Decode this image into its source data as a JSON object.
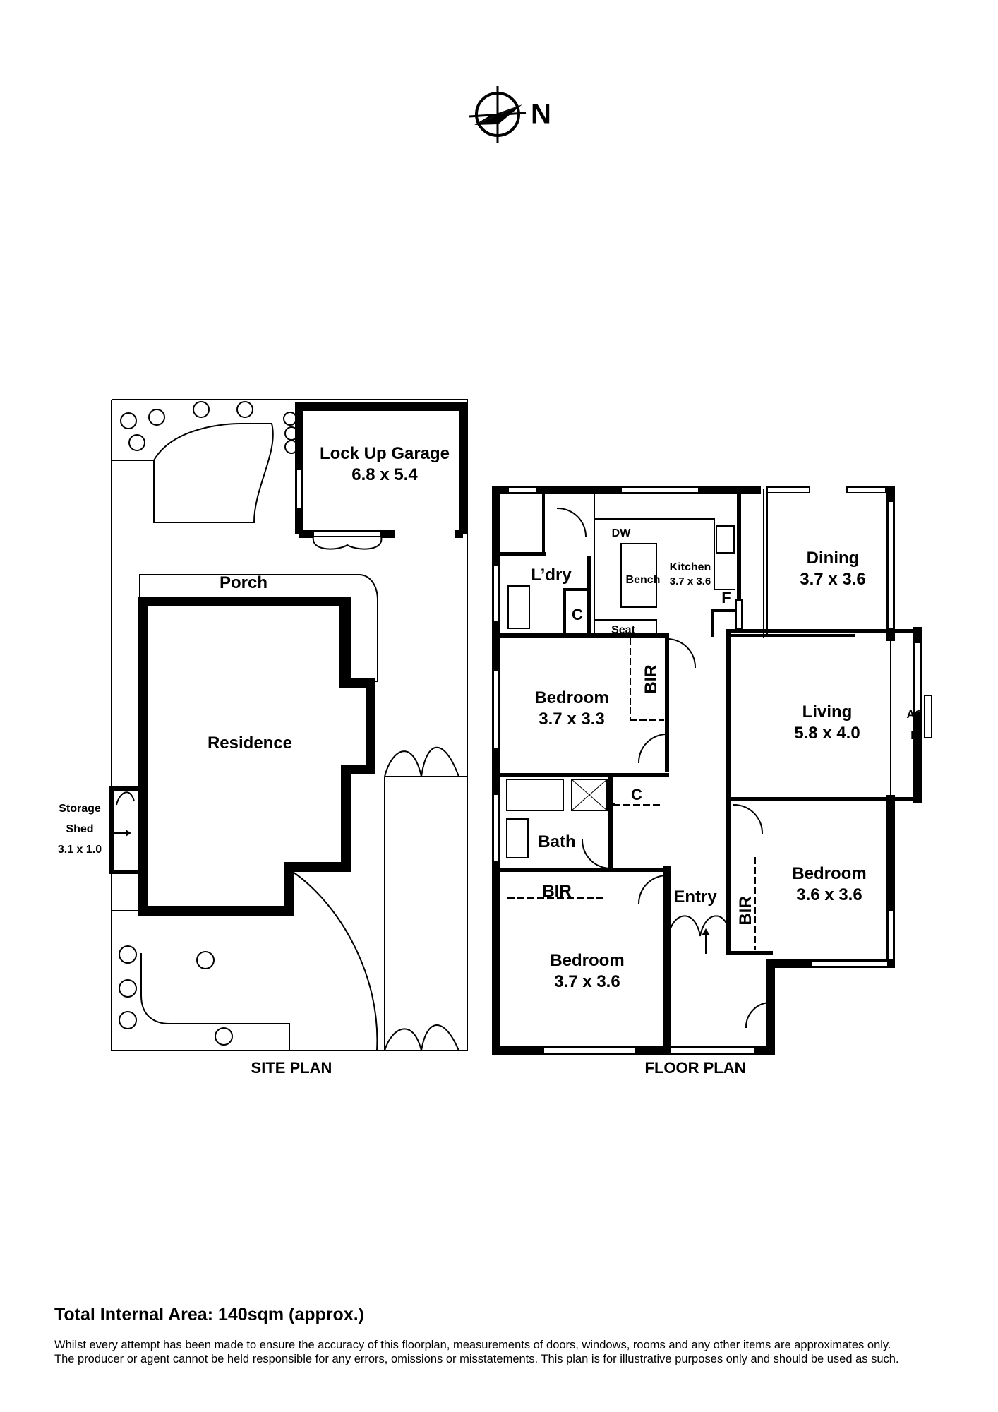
{
  "compass": {
    "label": "N"
  },
  "site_plan": {
    "title": "SITE PLAN",
    "garage_name": "Lock Up Garage",
    "garage_size": "6.8 x 5.4",
    "porch": "Porch",
    "residence": "Residence",
    "shed_line1": "Storage",
    "shed_line2": "Shed",
    "shed_size": "3.1 x 1.0"
  },
  "floor_plan": {
    "title": "FLOOR PLAN",
    "rooms": {
      "laundry": "L’dry",
      "closet_1": "C",
      "bench": "Bench",
      "kitchen_name": "Kitchen",
      "kitchen_size": "3.7 x 3.6",
      "dw": "DW",
      "fridge": "F",
      "seat": "Seat",
      "dining_name": "Dining",
      "dining_size": "3.7 x 3.6",
      "bedroom1_name": "Bedroom",
      "bedroom1_size": "3.7 x 3.3",
      "bir_1": "BIR",
      "living_name": "Living",
      "living_size": "5.8 x 4.0",
      "ac": "AC",
      "heater": "H",
      "closet_2": "C",
      "bath": "Bath",
      "bir_2": "BIR",
      "entry": "Entry",
      "bedroom2_name": "Bedroom",
      "bedroom2_size": "3.6 x 3.6",
      "bir_3": "BIR",
      "bedroom3_name": "Bedroom",
      "bedroom3_size": "3.7 x 3.6"
    }
  },
  "total_area": "Total Internal Area: 140sqm (approx.)",
  "disclaimer_line1": "Whilst every attempt has been made to ensure the accuracy of this floorplan, measurements of doors, windows, rooms and any other items are approximates only.",
  "disclaimer_line2": "The producer or agent cannot be held responsible for any errors, omissions or misstatements. This plan is for illustrative purposes only and should be used as such."
}
